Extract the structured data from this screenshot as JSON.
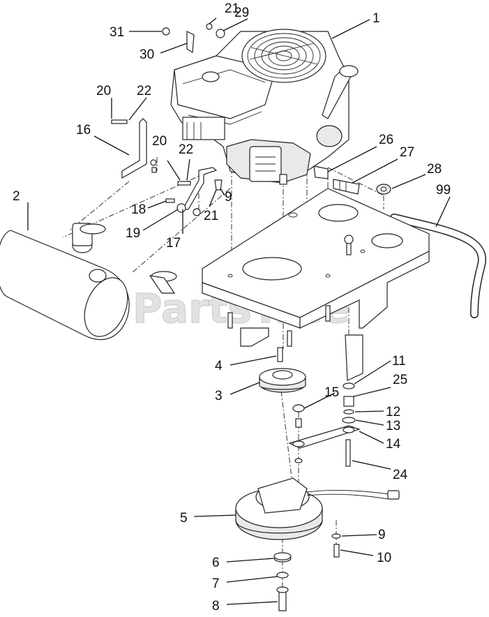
{
  "watermark": "PartsTree",
  "callouts": [
    "1",
    "2",
    "3",
    "4",
    "5",
    "6",
    "7",
    "8",
    "9",
    "10",
    "11",
    "12",
    "13",
    "14",
    "15",
    "16",
    "17",
    "18",
    "19",
    "20",
    "21",
    "22",
    "24",
    "25",
    "26",
    "27",
    "28",
    "29",
    "30",
    "31",
    "99"
  ]
}
